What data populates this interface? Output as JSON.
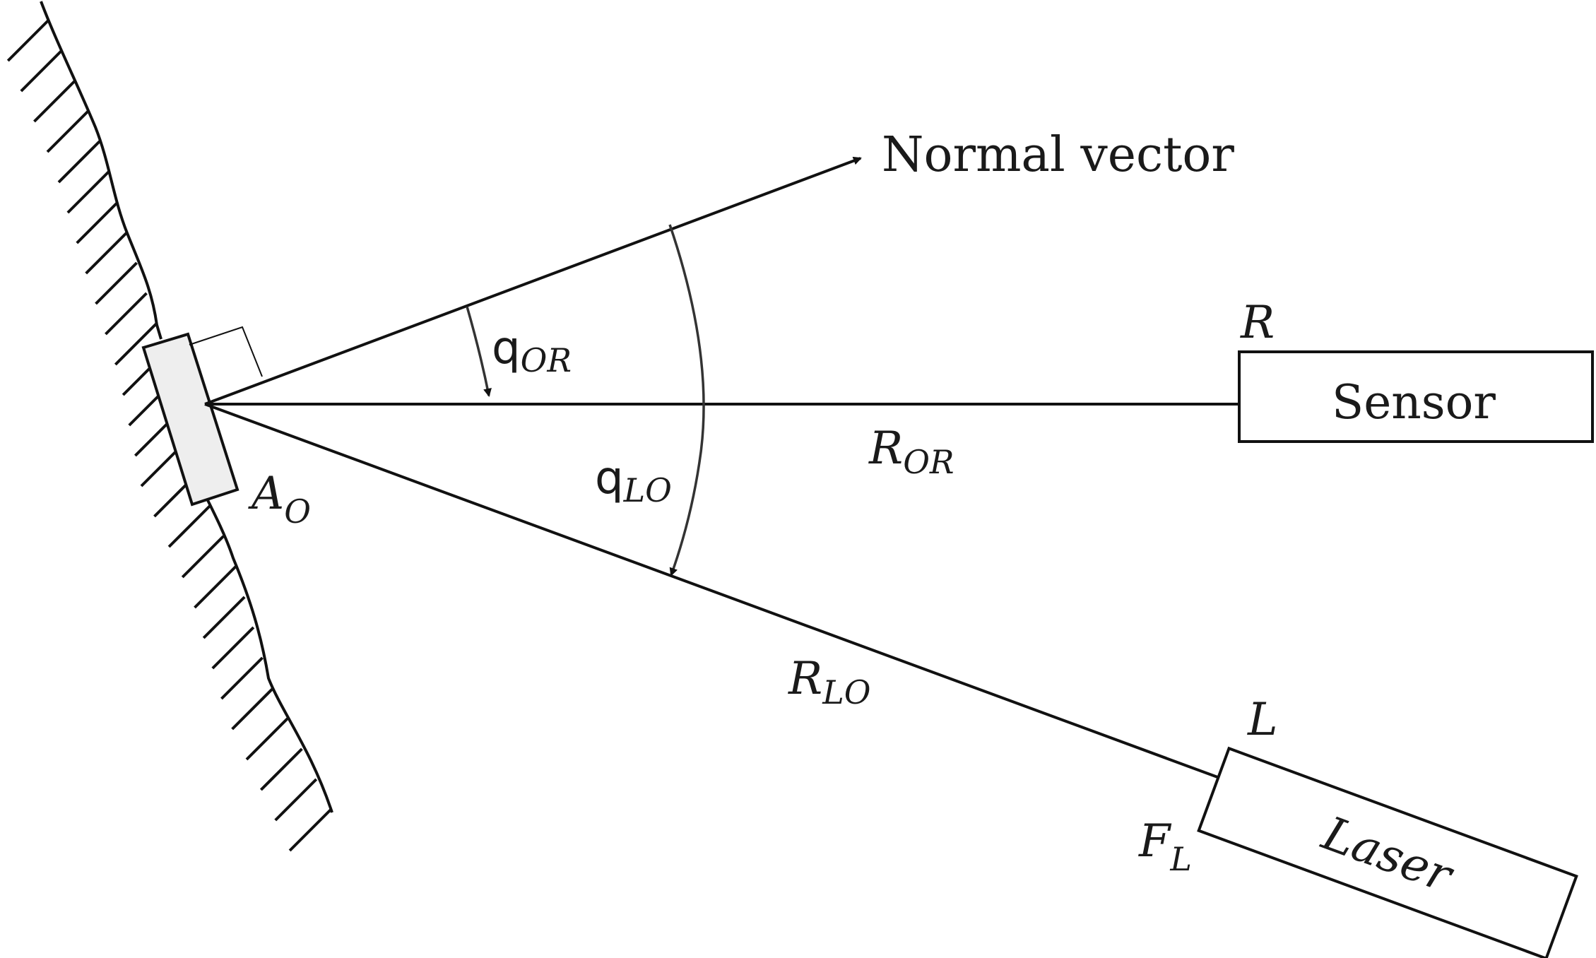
{
  "labels": {
    "normal_vector": "Normal vector",
    "sensor": "Sensor",
    "laser": "Laser",
    "point_r": "R",
    "point_l": "L",
    "theta_or_symbol": "q",
    "theta_or_sub": "OR",
    "theta_lo_symbol": "q",
    "theta_lo_sub": "LO",
    "r_or_main": "R",
    "r_or_sub": "OR",
    "r_lo_main": "R",
    "r_lo_sub": "LO",
    "a_o_main": "A",
    "a_o_sub": "O",
    "f_l_main": "F",
    "f_l_sub": "L"
  },
  "colors": {
    "stroke": "#111111",
    "sample_fill": "#eeeeee",
    "arc": "#333333"
  }
}
